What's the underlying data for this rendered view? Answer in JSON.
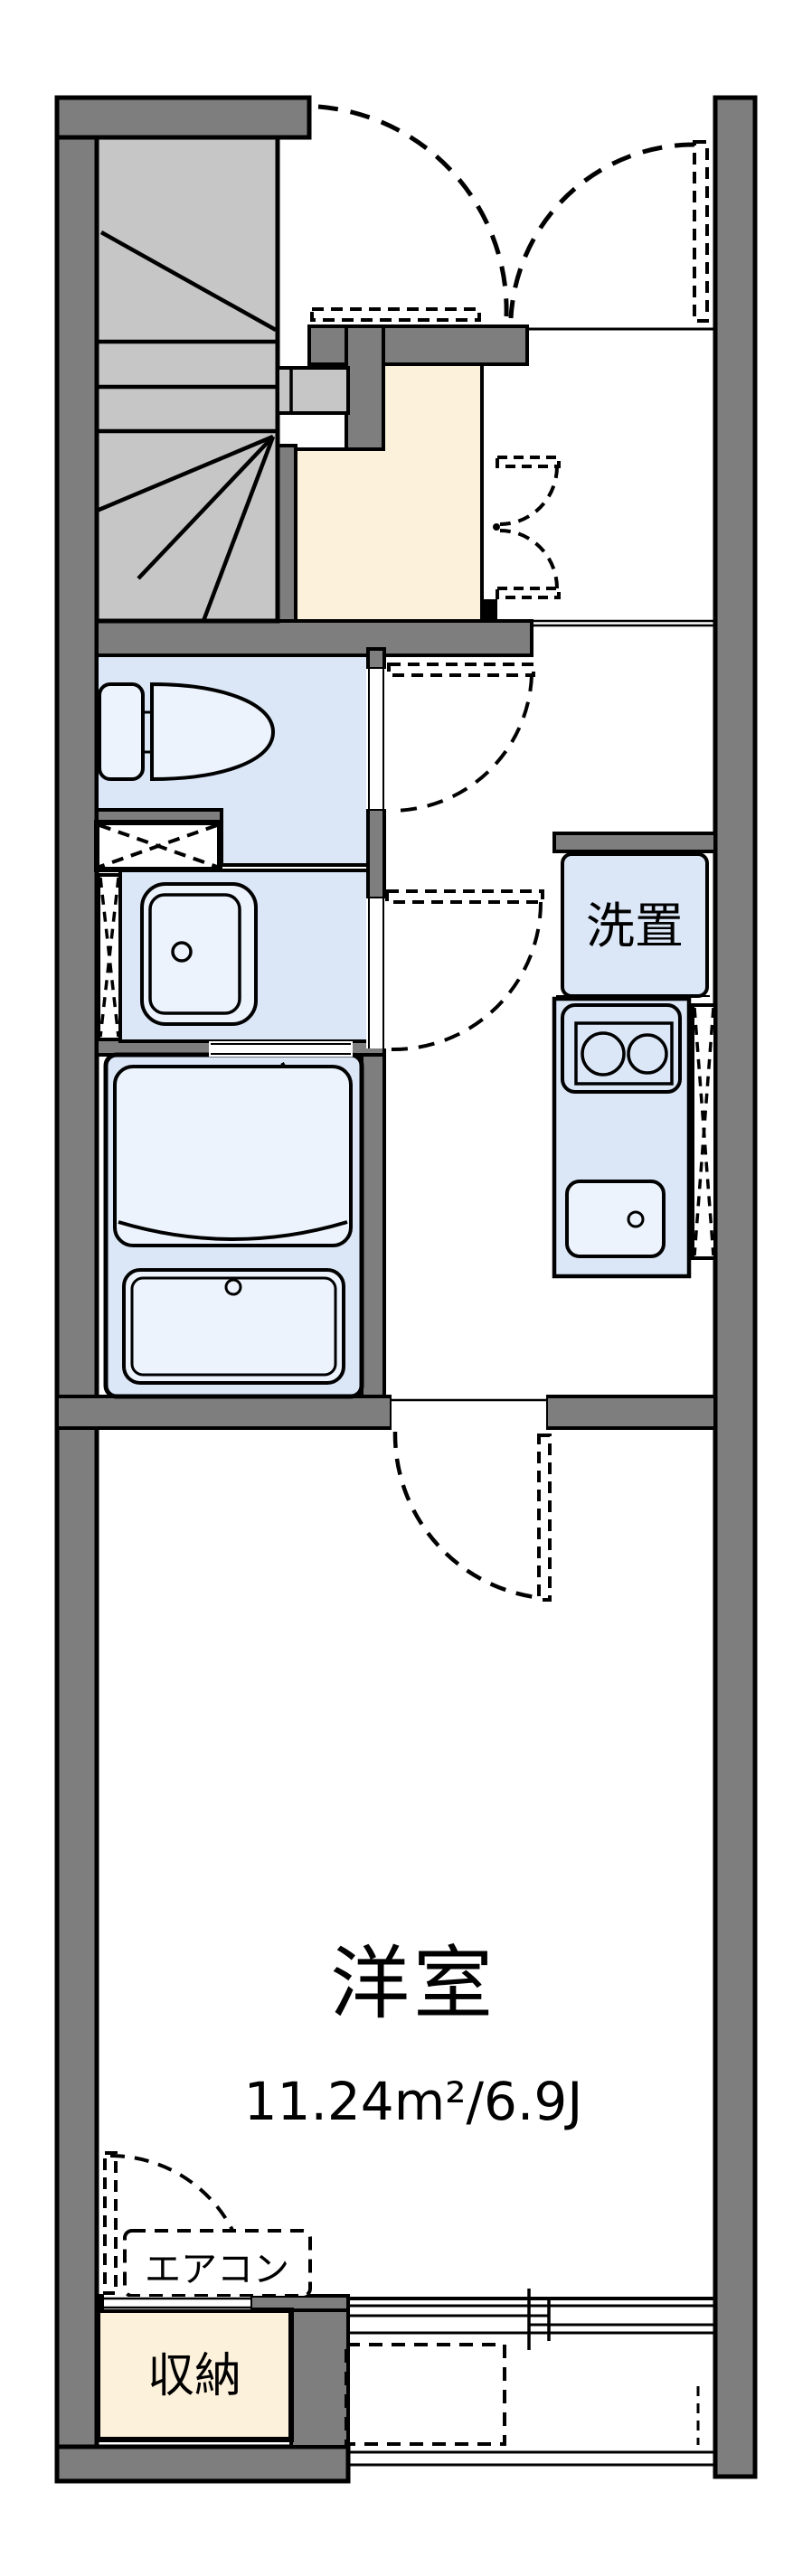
{
  "floorplan": {
    "kind": "apartment-floor-plan",
    "labels": {
      "main_room": "洋室",
      "main_room_area": "11.24m²/6.9J",
      "laundry": "洗置",
      "aircon": "エアコン",
      "storage": "収納"
    },
    "colors": {
      "wall": "#7e7e7e",
      "stairs": "#c6c6c6",
      "wet_room": "#dbe7f7",
      "fixture": "#ecf3fc",
      "entrance": "#fcf1da",
      "outline": "#000000",
      "background": "#ffffff"
    }
  }
}
